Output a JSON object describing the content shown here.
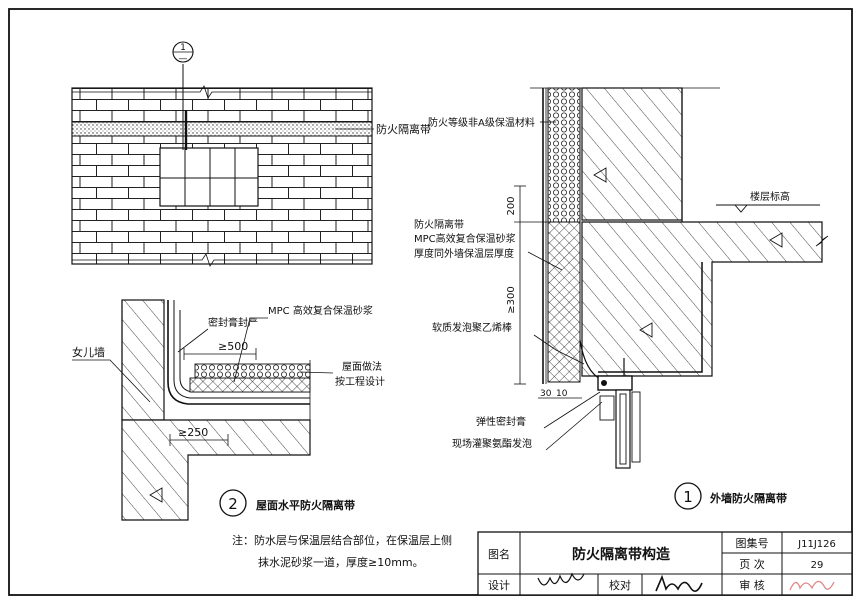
{
  "top_detail": {
    "section_marker": "1",
    "label_fire_band": "防火隔离带"
  },
  "roof_detail": {
    "label_parapet": "女儿墙",
    "label_sealant": "密封膏封严",
    "label_mortar": "MPC 高效复合保温砂浆",
    "label_roof_finish_1": "屋面做法",
    "label_roof_finish_2": "按工程设计",
    "dim_500": "≥500",
    "dim_250": "≥250",
    "number": "2",
    "title": "屋面水平防火隔离带",
    "note_line1": "注：防水层与保温层结合部位，在保温层上侧",
    "note_line2": "抹水泥砂浆一道，厚度≥10mm。"
  },
  "wall_detail": {
    "label_insulation": "防火等级非A级保温材料",
    "label_fire_band": "防火隔离带",
    "label_mpc": "MPC高效复合保温砂浆",
    "label_thickness": "厚度同外墙保温层厚度",
    "label_foam_rod": "软质发泡聚乙烯棒",
    "label_elastic_sealant": "弹性密封膏",
    "label_pu_foam": "现场灌聚氨酯发泡",
    "label_floor_level": "楼层标高",
    "dim_200": "200",
    "dim_300": "≥300",
    "dim_30": "30",
    "dim_10": "10",
    "number": "1",
    "title": "外墙防火隔离带"
  },
  "title_block": {
    "drawing_name_label": "图名",
    "drawing_name": "防火隔离带构造",
    "atlas_no_label": "图集号",
    "atlas_no": "J11J126",
    "page_label": "页  次",
    "page_no": "29",
    "design_label": "设计",
    "check_label": "校对",
    "review_label": "审 核"
  }
}
